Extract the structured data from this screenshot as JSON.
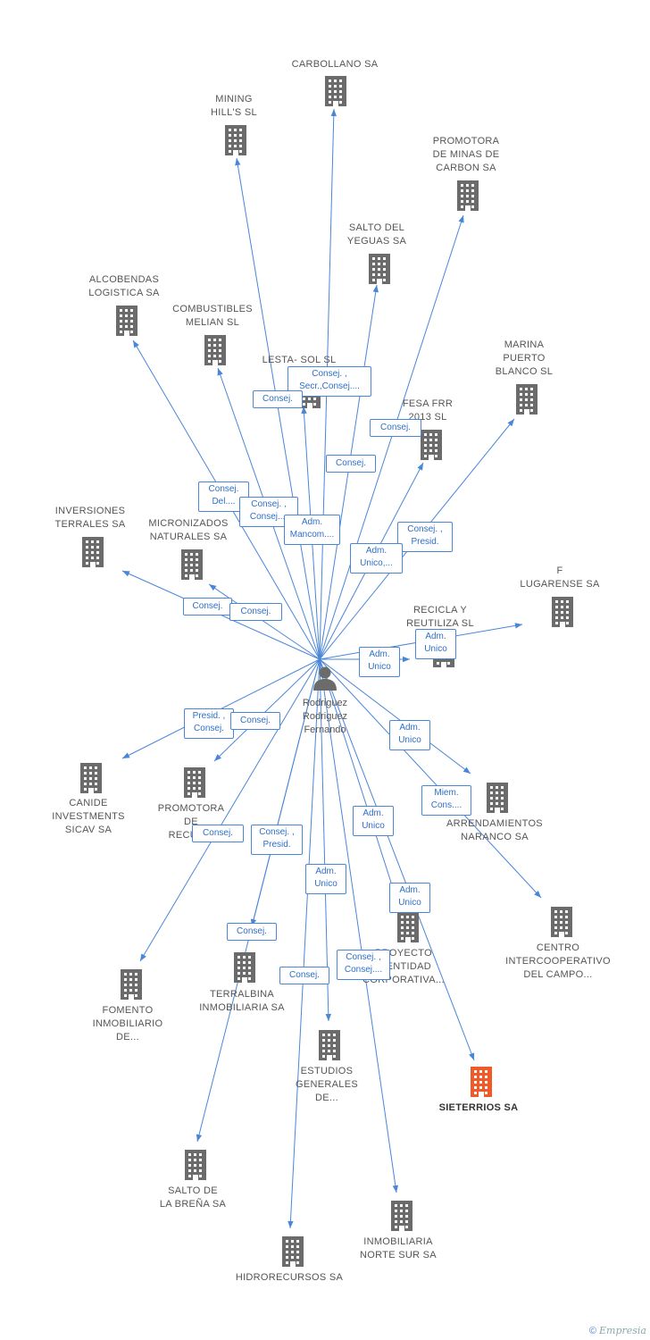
{
  "center": {
    "name": "Rodriguez\nRodriguez\nFernando"
  },
  "colors": {
    "edge": "#4a86d8",
    "building": "#6b6b6b",
    "highlight": "#f05a28"
  },
  "companies": [
    {
      "id": "carbollano",
      "label": "CARBOLLANO SA"
    },
    {
      "id": "mining-hills",
      "label": "MINING\nHILL'S SL"
    },
    {
      "id": "promotora-minas",
      "label": "PROMOTORA\nDE MINAS DE\nCARBON SA"
    },
    {
      "id": "salto-yeguas",
      "label": "SALTO DEL\nYEGUAS SA"
    },
    {
      "id": "alcobendas",
      "label": "ALCOBENDAS\nLOGISTICA SA"
    },
    {
      "id": "combustibles-melian",
      "label": "COMBUSTIBLES\nMELIAN  SL"
    },
    {
      "id": "lesta-sol",
      "label": "LESTA- SOL SL"
    },
    {
      "id": "marina-puerto",
      "label": "MARINA\nPUERTO\nBLANCO SL"
    },
    {
      "id": "fesa-frr",
      "label": "FESA FRR\n2013  SL"
    },
    {
      "id": "inversiones-terrales",
      "label": "INVERSIONES\nTERRALES SA"
    },
    {
      "id": "micronizados",
      "label": "MICRONIZADOS\nNATURALES SA"
    },
    {
      "id": "f-lugarense",
      "label": "F\nLUGARENSE SA"
    },
    {
      "id": "recicla",
      "label": "RECICLA Y\nREUTILIZA SL"
    },
    {
      "id": "canide",
      "label": "CANIDE\nINVESTMENTS\nSICAV SA"
    },
    {
      "id": "promotora-recur",
      "label": "PROMOTORA\nDE\nRECUR..."
    },
    {
      "id": "arrendamientos",
      "label": "ARRENDAMIENTOS\nNARANCO SA"
    },
    {
      "id": "centro-inter",
      "label": "CENTRO\nINTERCOOPERATIVO\nDEL CAMPO..."
    },
    {
      "id": "proyecto",
      "label": "PROYECTO\nIDENTIDAD\nCORPORATIVA..."
    },
    {
      "id": "fomento",
      "label": "FOMENTO\nINMOBILIARIO\nDE..."
    },
    {
      "id": "terralbina",
      "label": "TERRALBINA\nINMOBILIARIA SA"
    },
    {
      "id": "estudios",
      "label": "ESTUDIOS\nGENERALES\nDE..."
    },
    {
      "id": "sieterrios",
      "label": "SIETERRIOS SA",
      "highlight": true
    },
    {
      "id": "salto-brena",
      "label": "SALTO DE\nLA BREÑA SA"
    },
    {
      "id": "inmobiliaria-norte",
      "label": "INMOBILIARIA\nNORTE SUR SA"
    },
    {
      "id": "hidrorecursos",
      "label": "HIDRORECURSOS SA"
    }
  ],
  "roles": [
    "Consej. ,\nSecr.,Consej....",
    "Consej.",
    "Consej.",
    "Consej.",
    "Consej.\nDel....",
    "Consej. ,\nConsej....",
    "Adm.\nMancom....",
    "Consej. ,\nPresid.",
    "Adm.\nUnico,...",
    "Consej.",
    "Consej.",
    "Adm.\nUnico",
    "Adm.\nUnico",
    "Presid. ,\nConsej.",
    "Consej.",
    "Adm.\nUnico",
    "Miem.\nCons....",
    "Adm.\nUnico",
    "Consej.",
    "Consej. ,\nPresid.",
    "Adm.\nUnico",
    "Adm.\nUnico",
    "Consej.",
    "Consej. ,\nConsej....",
    "Consej."
  ],
  "footer": {
    "copyright": "©",
    "brand": "Empresia"
  }
}
